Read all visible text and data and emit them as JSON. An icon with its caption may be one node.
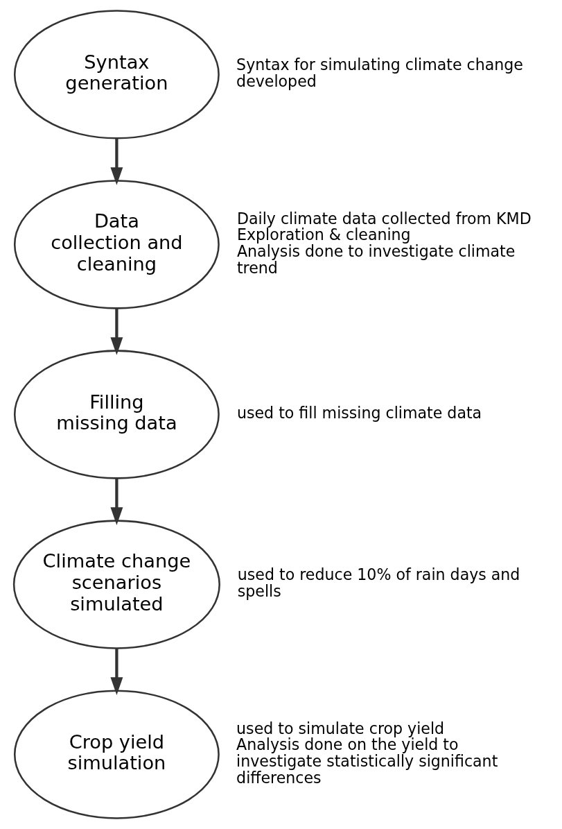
{
  "diagram": {
    "nodes": [
      {
        "text": [
          "Syntax generation"
        ],
        "beside": [
          "Syntax for simulating climate change developed"
        ]
      },
      {
        "text": [
          "Data collection and cleaning"
        ],
        "beside": [
          "Daily climate data collected from KMD",
          "Exploration & cleaning",
          "Analysis done to investigate climate trend"
        ]
      },
      {
        "text": [
          "Filling missing data"
        ],
        "beside": [
          "used to fill missing climate data"
        ]
      },
      {
        "text": [
          "Climate change scenarios simulated"
        ],
        "beside": [
          "used to reduce 10% of rain days and spells"
        ]
      },
      {
        "text": [
          "Crop yield simulation"
        ],
        "beside": [
          "used to simulate crop yield",
          "Analysis done on the yield to investigate statistically significant differences"
        ]
      }
    ],
    "edges": [
      {
        "from": 0,
        "to": 1,
        "arrow": "to"
      },
      {
        "from": 1,
        "to": 2,
        "arrow": "to"
      },
      {
        "from": 2,
        "to": 3,
        "arrow": "to"
      },
      {
        "from": 3,
        "to": 4,
        "arrow": "to"
      }
    ]
  }
}
